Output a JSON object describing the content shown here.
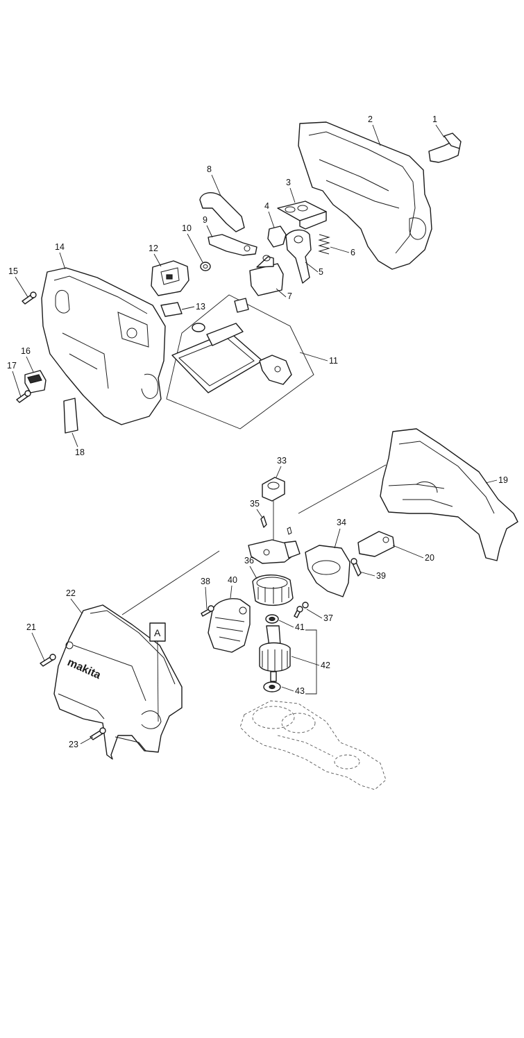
{
  "callouts": {
    "c1": "1",
    "c2": "2",
    "c3": "3",
    "c4": "4",
    "c5": "5",
    "c6": "6",
    "c7": "7",
    "c8": "8",
    "c9": "9",
    "c10": "10",
    "c11": "11",
    "c12": "12",
    "c13": "13",
    "c14": "14",
    "c15": "15",
    "c16": "16",
    "c17": "17",
    "c18": "18",
    "c19": "19",
    "c20": "20",
    "c21": "21",
    "c22": "22",
    "c23": "23",
    "c33": "33",
    "c34": "34",
    "c35": "35",
    "c36": "36",
    "c37": "37",
    "c38": "38",
    "c39": "39",
    "c40": "40",
    "c41": "41",
    "c42": "42",
    "c43": "43"
  },
  "reference_box": "A",
  "housing_logo": "makita"
}
